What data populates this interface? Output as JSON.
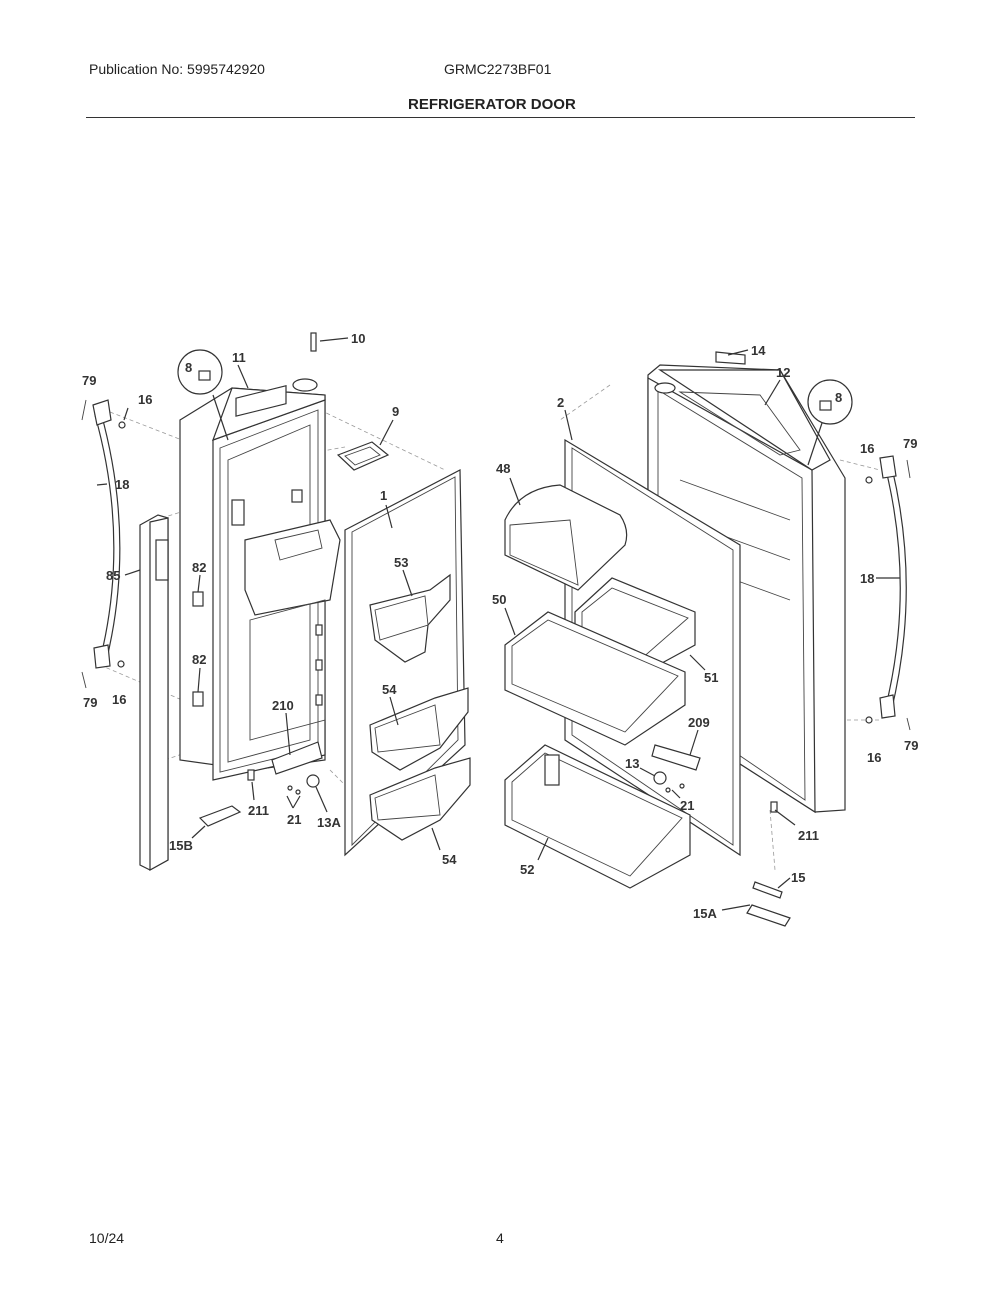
{
  "header": {
    "publication": "Publication No: 5995742920",
    "model": "GRMC2273BF01",
    "title": "REFRIGERATOR DOOR"
  },
  "footer": {
    "date": "10/24",
    "page": "4"
  },
  "callouts": {
    "c10": "10",
    "c11": "11",
    "c8a": "8",
    "c79a": "79",
    "c16a": "16",
    "c9": "9",
    "c1": "1",
    "c18a": "18",
    "c85": "85",
    "c82a": "82",
    "c82b": "82",
    "c53": "53",
    "c79b": "79",
    "c16b": "16",
    "c210": "210",
    "c54a": "54",
    "c211a": "211",
    "c21a": "21",
    "c13A": "13A",
    "c15B": "15B",
    "c54b": "54",
    "c14": "14",
    "c12": "12",
    "c2": "2",
    "c8b": "8",
    "c48": "48",
    "c16c": "16",
    "c79c": "79",
    "c50": "50",
    "c18b": "18",
    "c51": "51",
    "c209": "209",
    "c13": "13",
    "c21b": "21",
    "c16d": "16",
    "c79d": "79",
    "c211b": "211",
    "c52": "52",
    "c15": "15",
    "c15A": "15A"
  }
}
